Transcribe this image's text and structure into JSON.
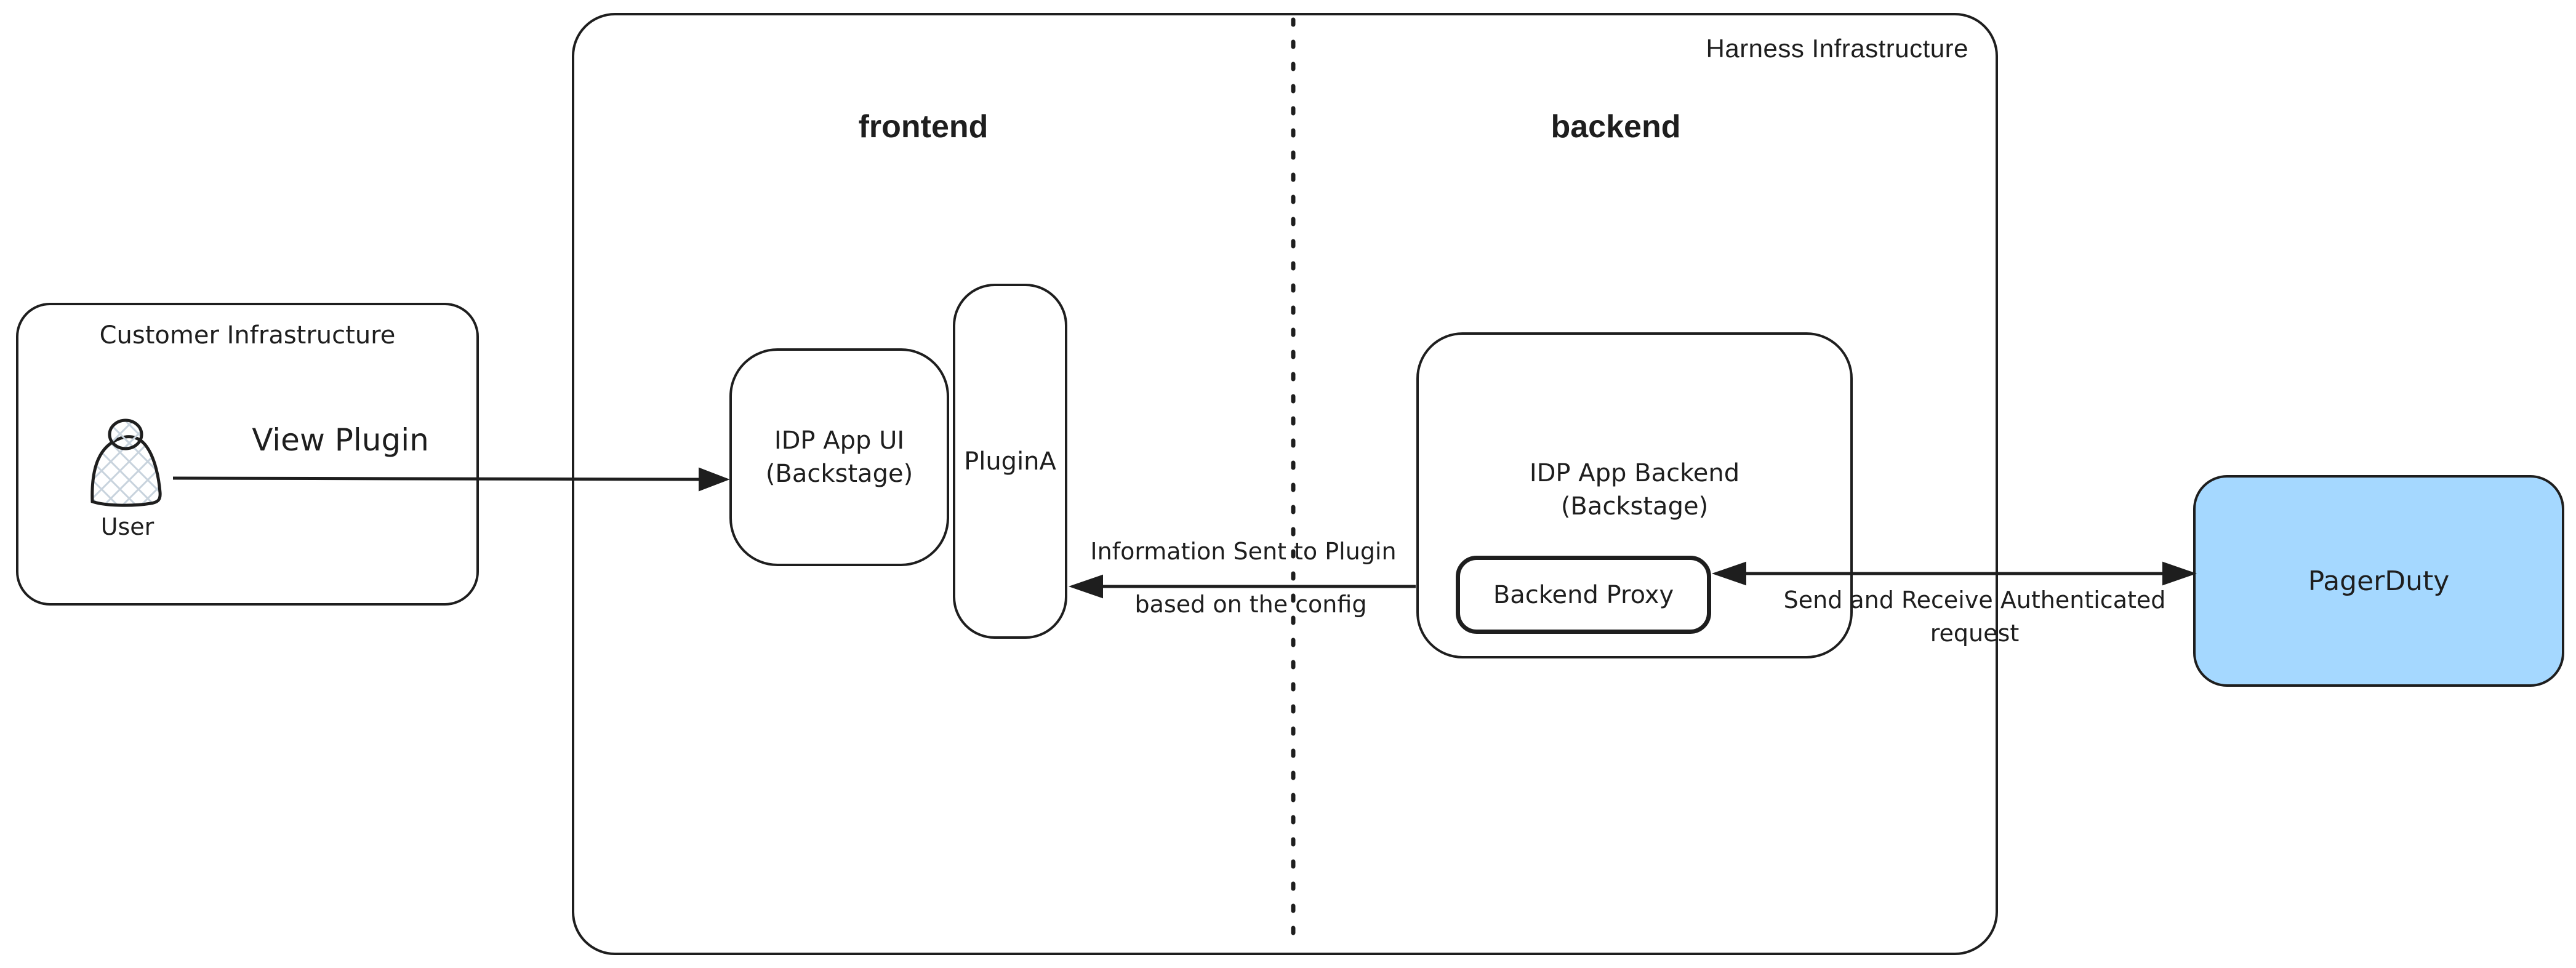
{
  "harness": {
    "label": "Harness Infrastructure"
  },
  "sections": {
    "frontend": "frontend",
    "backend": "backend"
  },
  "customer": {
    "label": "Customer Infrastructure",
    "user": "User"
  },
  "nodes": {
    "idp_app_ui": {
      "line1": "IDP App UI",
      "line2": "(Backstage)"
    },
    "plugin_a": {
      "label": "PluginA"
    },
    "idp_app_backend": {
      "line1": "IDP App Backend",
      "line2": "(Backstage)"
    },
    "backend_proxy": {
      "label": "Backend Proxy"
    },
    "pagerduty": {
      "label": "PagerDuty"
    }
  },
  "edges": {
    "view_plugin": {
      "label": "View Plugin"
    },
    "info_sent": {
      "line1": "Information Sent to Plugin",
      "line2": "based on the config"
    },
    "send_receive": {
      "line1": "Send and Receive Authenticated",
      "line2": "request"
    }
  },
  "colors": {
    "stroke": "#1e1e1e",
    "pagerduty_fill": "#a5d8ff",
    "hatch": "#c8d3dd"
  }
}
